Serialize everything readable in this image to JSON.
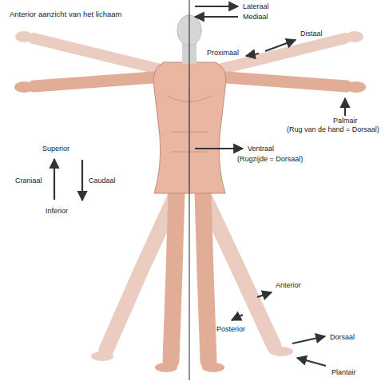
{
  "diagram": {
    "title": "Anterior aanzicht van het lichaam",
    "labels": [
      "Lateraal",
      "Mediaal",
      "Distaal",
      "Proximaal",
      "Palmair",
      "(Rug van de hand = Dorsaal)",
      "Superior",
      "Craniaal",
      "Caudaal",
      "Inferior",
      "Ventraal",
      "(Rugzijde = Dorsaal)",
      "Anterior",
      "Posterior",
      "Dorsaal",
      "Plantair"
    ]
  }
}
